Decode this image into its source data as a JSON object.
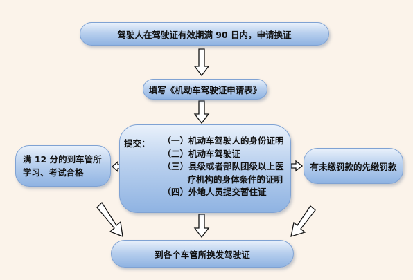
{
  "nodes": {
    "top": "驾驶人在驾驶证有效期满 90 日内，申请换证",
    "form": "填写《机动车驾驶证申请表》",
    "submit": {
      "label": "提交：",
      "items": [
        "（一）机动车驾驶人的身份证明",
        "（二）机动车驾驶证",
        "（三）县级或者部队团级以上医",
        "疗机构的身体条件的证明",
        "（四）外地人员提交暂住证"
      ]
    },
    "left": [
      "满 12 分的到车管所",
      "学习、考试合格"
    ],
    "right": "有未缴罚款的先缴罚款",
    "bottom": "到各个车管所换发驾驶证"
  }
}
